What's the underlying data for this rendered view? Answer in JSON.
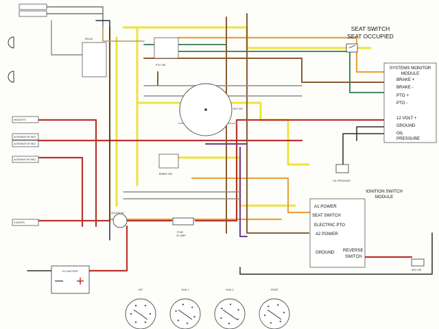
{
  "colors": {
    "red": "#b8322b",
    "yellow": "#efe23a",
    "orange": "#e9a23a",
    "brown": "#8a5a2c",
    "purple": "#6a3a8c",
    "green": "#2f7a4a",
    "black": "#2a2a2a",
    "gray": "#8a8a8a",
    "tan": "#b59a62",
    "pink": "#d89a9a"
  },
  "blocks": {
    "seat_switch": {
      "line1": "SEAT SWITCH",
      "line2": "SEAT OCCUPIED"
    },
    "systems_monitor": {
      "title1": "SYSTEMS MONITOR",
      "title2": "MODULE",
      "pins": [
        "BRAKE +",
        "BRAKE -",
        "PTO +",
        "PTO -",
        "12 VOLT +",
        "GROUND",
        "OIL",
        "PRESSURE"
      ]
    },
    "ignition_module": {
      "title1": "IGNITION SWITCH",
      "title2": "MODULE",
      "pins": [
        "A1 POWER",
        "SEAT SWITCH",
        "ELECTRIC PTO",
        "A2 POWER",
        "GROUND",
        "REVERSE",
        "SWITCH"
      ]
    },
    "left_boxes": [
      "MAGNETO",
      "ALTERNATOR RED",
      "ALTERNATOR RED",
      "ALTERNATOR RED",
      "STARTER"
    ],
    "battery": "12V BATTERY",
    "fuse": "FUSE",
    "fuse_sub": "20 AMP",
    "relay": "RELAY",
    "solenoid": "SOLENOID",
    "key_switch": "KEY SW",
    "brake_switch": "BRAKE SW",
    "pto_switch": "PTO SW",
    "oil_pressure": "OIL PRESSURE",
    "reverse_switch": "REV SW",
    "switch_dials": [
      "OFF",
      "RUN 1",
      "RUN 2",
      "START"
    ]
  }
}
